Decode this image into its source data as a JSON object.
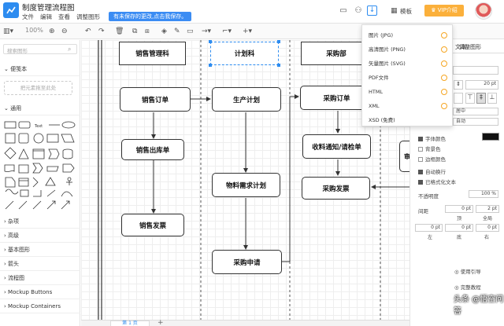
{
  "app": {
    "title": "制度管理流程图",
    "menu": [
      "文件",
      "编辑",
      "查看",
      "调整图形"
    ],
    "unsaved_notice": "有未保存的更改,点击我保存。",
    "template_label": "模板",
    "vip_label": "VIP介绍"
  },
  "toolbar": {
    "zoom": "100%"
  },
  "left_panel": {
    "search_placeholder": "搜索图形",
    "sections": {
      "scratchpad": "便笺本",
      "general": "通用",
      "misc": "杂项",
      "advanced": "高级",
      "basic": "基本图形",
      "arrows": "箭头",
      "flowchart": "流程图",
      "mockup_buttons": "Mockup Buttons",
      "mockup_containers": "Mockup Containers"
    },
    "dropzone": "把元素拖至此处"
  },
  "export_menu": {
    "items": [
      "图片 (JPG)",
      "高清图片 (PNG)",
      "矢量图片 (SVG)",
      "PDF文件",
      "HTML",
      "XML",
      "XSD (免费)"
    ]
  },
  "diagram": {
    "headers": [
      "销售管理科",
      "计划科",
      "采购部"
    ],
    "nodes": {
      "sales_order": "销售订单",
      "sales_outbound": "销售出库单",
      "sales_invoice": "销售发票",
      "production_plan": "生产计划",
      "mrp": "物料需求计划",
      "purchase_request": "采购申请",
      "purchase_order": "采购订单",
      "receipt_inspection": "收料通知/请检单",
      "purchase_invoice": "采购发票"
    }
  },
  "right_panel": {
    "tab_text": "文本",
    "tab_adjust": "调整图形",
    "font_size": "20 pt",
    "align_value": "居中",
    "auto_value": "自动",
    "font_color_label": "字体颜色",
    "bg_color_label": "背景色",
    "border_color_label": "边框颜色",
    "word_wrap_label": "自动换行",
    "formatted_text_label": "已格式化文本",
    "opacity_label": "不透明度",
    "opacity_value": "100 %",
    "spacing_label": "间距",
    "top_value": "0 pt",
    "all_value": "2 pt",
    "top_label": "顶",
    "all_label": "全局",
    "left_value": "0 pt",
    "bottom_value": "0 pt",
    "right_value": "0 pt",
    "left_label": "左",
    "bottom_label": "底",
    "right_label": "右",
    "guide_label": "使用引导",
    "tutorial_label": "完整教程",
    "watermark": "头条 @悟空问答"
  },
  "bottom": {
    "page_tab": "第 1 页"
  },
  "colors": {
    "accent": "#2d8cf0",
    "vip": "#fbb03b"
  }
}
